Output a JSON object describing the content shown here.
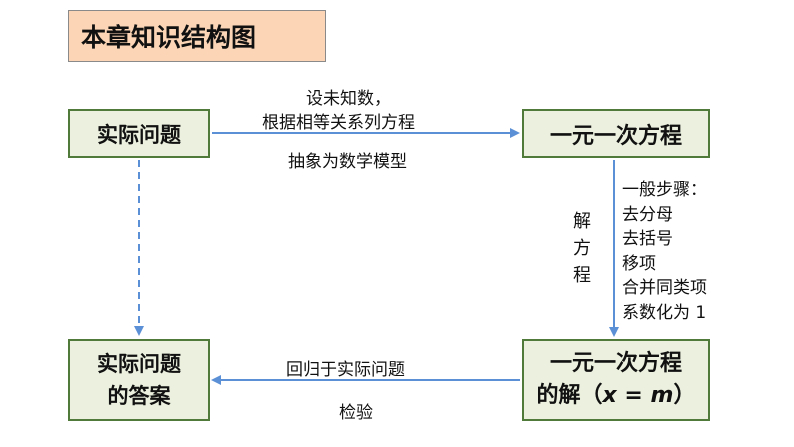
{
  "title": "本章知识结构图",
  "nodes": {
    "practical_problem": "实际问题",
    "linear_equation": "一元一次方程",
    "answer_line1": "实际问题",
    "answer_line2": "的答案",
    "solution_line1": "一元一次方程",
    "solution_prefix": "的解（",
    "solution_var": "x",
    "solution_eq": " = ",
    "solution_val": "m",
    "solution_suffix": "）"
  },
  "edges": {
    "top_line1": "设未知数，",
    "top_line2": "根据相等关系列方程",
    "top_below": "抽象为数学模型",
    "right_vertical": [
      "解",
      "方",
      "程"
    ],
    "bottom_above": "回归于实际问题",
    "bottom_below": "检验"
  },
  "steps": {
    "heading": "一般步骤：",
    "items": [
      "去分母",
      "去括号",
      "移项",
      "合并同类项",
      "系数化为 1"
    ]
  },
  "colors": {
    "title_fill": "#fbd5b5",
    "node_fill": "#ebf1de",
    "node_border": "#4f7a3a",
    "arrow": "#5b8fd6"
  }
}
